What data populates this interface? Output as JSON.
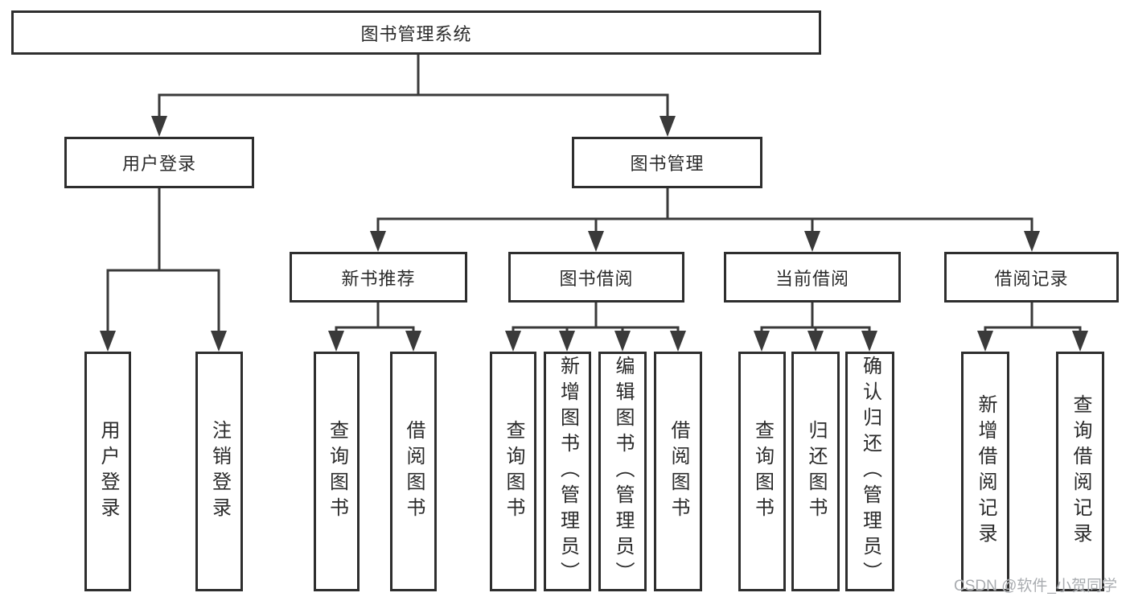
{
  "diagram": {
    "nodes": {
      "root": {
        "label": "图书管理系统"
      },
      "user_login": {
        "label": "用户登录"
      },
      "book_mgmt": {
        "label": "图书管理"
      },
      "new_books": {
        "label": "新书推荐"
      },
      "book_borrow": {
        "label": "图书借阅"
      },
      "current_borrow": {
        "label": "当前借阅"
      },
      "borrow_records": {
        "label": "借阅记录"
      },
      "leaf_user_login": {
        "label": "用户登录"
      },
      "leaf_logout": {
        "label": "注销登录"
      },
      "leaf_nb_query": {
        "label": "查询图书"
      },
      "leaf_nb_borrow": {
        "label": "借阅图书"
      },
      "leaf_bb_query": {
        "label": "查询图书"
      },
      "leaf_bb_add": {
        "label": "新增图书（管理员）"
      },
      "leaf_bb_edit": {
        "label": "编辑图书（管理员）"
      },
      "leaf_bb_borrow": {
        "label": "借阅图书"
      },
      "leaf_cb_query": {
        "label": "查询图书"
      },
      "leaf_cb_return": {
        "label": "归还图书"
      },
      "leaf_cb_confirm": {
        "label": "确认归还（管理员）"
      },
      "leaf_br_add": {
        "label": "新增借阅记录"
      },
      "leaf_br_query": {
        "label": "查询借阅记录"
      }
    },
    "hierarchy": {
      "图书管理系统": {
        "用户登录": [
          "用户登录",
          "注销登录"
        ],
        "图书管理": {
          "新书推荐": [
            "查询图书",
            "借阅图书"
          ],
          "图书借阅": [
            "查询图书",
            "新增图书（管理员）",
            "编辑图书（管理员）",
            "借阅图书"
          ],
          "当前借阅": [
            "查询图书",
            "归还图书",
            "确认归还（管理员）"
          ],
          "借阅记录": [
            "新增借阅记录",
            "查询借阅记录"
          ]
        }
      }
    },
    "colors": {
      "line": "#3a3a3a",
      "box_border": "#2e2e2e",
      "box_fill": "#ffffff",
      "text": "#2a2a2a",
      "watermark": "#a9acb0",
      "background": "#ffffff"
    }
  },
  "watermark": "CSDN @软件_小贺同学"
}
